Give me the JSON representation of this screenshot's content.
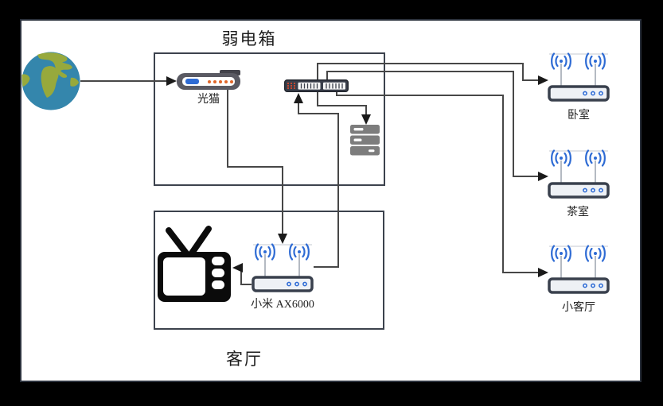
{
  "zones": {
    "weak_current_box": {
      "label": "弱电箱"
    },
    "living_room": {
      "label": "客厅"
    }
  },
  "nodes": {
    "internet": {
      "icon": "globe-icon"
    },
    "modem": {
      "label": "光猫",
      "icon": "modem-icon"
    },
    "switch": {
      "icon": "network-switch-icon"
    },
    "nas": {
      "icon": "server-icon"
    },
    "main_router": {
      "label": "小米 AX6000",
      "icon": "wifi-router-icon"
    },
    "tv": {
      "icon": "tv-icon"
    },
    "bedroom_ap": {
      "label": "卧室",
      "icon": "wifi-router-icon"
    },
    "tearoom_ap": {
      "label": "茶室",
      "icon": "wifi-router-icon"
    },
    "small_living_ap": {
      "label": "小客厅",
      "icon": "wifi-router-icon"
    }
  },
  "connections": [
    {
      "from": "internet",
      "to": "modem"
    },
    {
      "from": "modem",
      "to": "main_router"
    },
    {
      "from": "main_router",
      "to": "switch"
    },
    {
      "from": "main_router",
      "to": "tv"
    },
    {
      "from": "switch",
      "to": "nas"
    },
    {
      "from": "switch",
      "to": "bedroom_ap"
    },
    {
      "from": "switch",
      "to": "tearoom_ap"
    },
    {
      "from": "switch",
      "to": "small_living_ap"
    }
  ],
  "colors": {
    "background": "#000000",
    "page": "#ffffff",
    "line": "#474747",
    "accent_blue": "#2e6bd4",
    "globe_ocean": "#3486ac",
    "globe_land": "#97a93c",
    "led_orange": "#e0662a",
    "device_dark": "#3a3f4b",
    "server_gray": "#7d7d7d"
  }
}
